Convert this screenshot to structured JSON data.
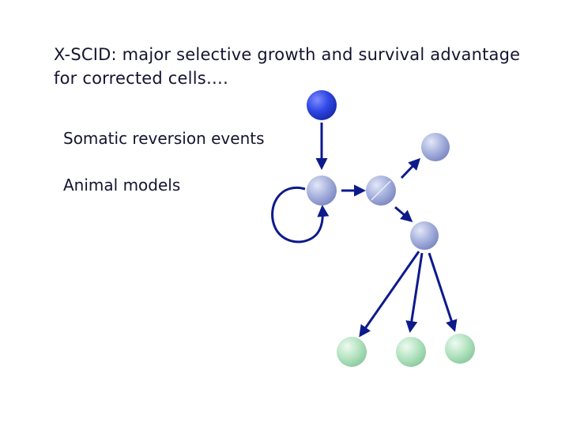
{
  "title": {
    "line1": "X-SCID: major selective growth and survival advantage",
    "line2": "for  corrected cells…."
  },
  "bullets": [
    "Somatic reversion events",
    "Animal models"
  ],
  "colors": {
    "text": "#141430",
    "arrow": "#0d1a8c",
    "stem_cell": "#2f46e8",
    "progenitor_cell": "#a8b2e0",
    "mature_cell": "#b6e6c4"
  }
}
